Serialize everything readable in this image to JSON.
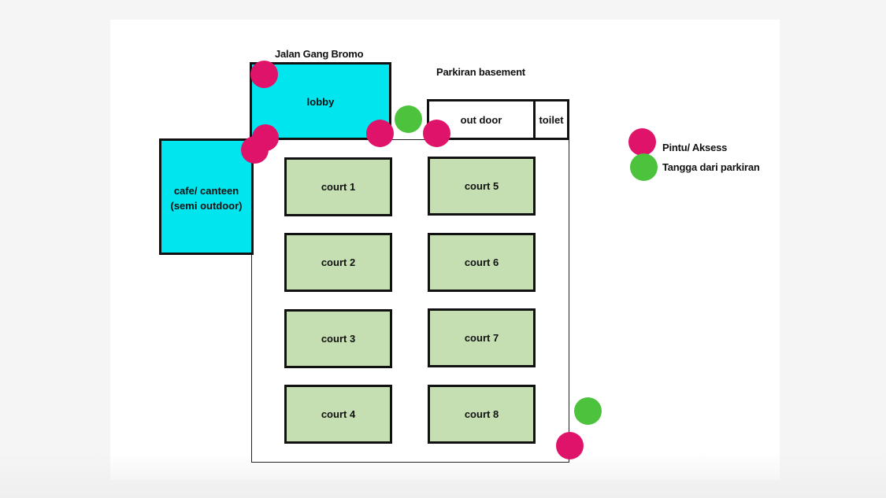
{
  "labels": {
    "street": "Jalan Gang Bromo",
    "parking": "Parkiran basement"
  },
  "rooms": {
    "lobby": "lobby",
    "cafe_line1": "cafe/ canteen",
    "cafe_line2": "(semi outdoor)",
    "outdoor": "out door",
    "toilet": "toilet"
  },
  "courts": [
    "court 1",
    "court 2",
    "court 3",
    "court 4",
    "court 5",
    "court 6",
    "court 7",
    "court 8"
  ],
  "legend": {
    "access": "Pintu/ Aksess",
    "stairs": "Tangga dari parkiran"
  },
  "colors": {
    "access": "#e0136a",
    "stairs": "#4cc23d",
    "room": "#00e5ee",
    "court": "#c5dfb3"
  }
}
